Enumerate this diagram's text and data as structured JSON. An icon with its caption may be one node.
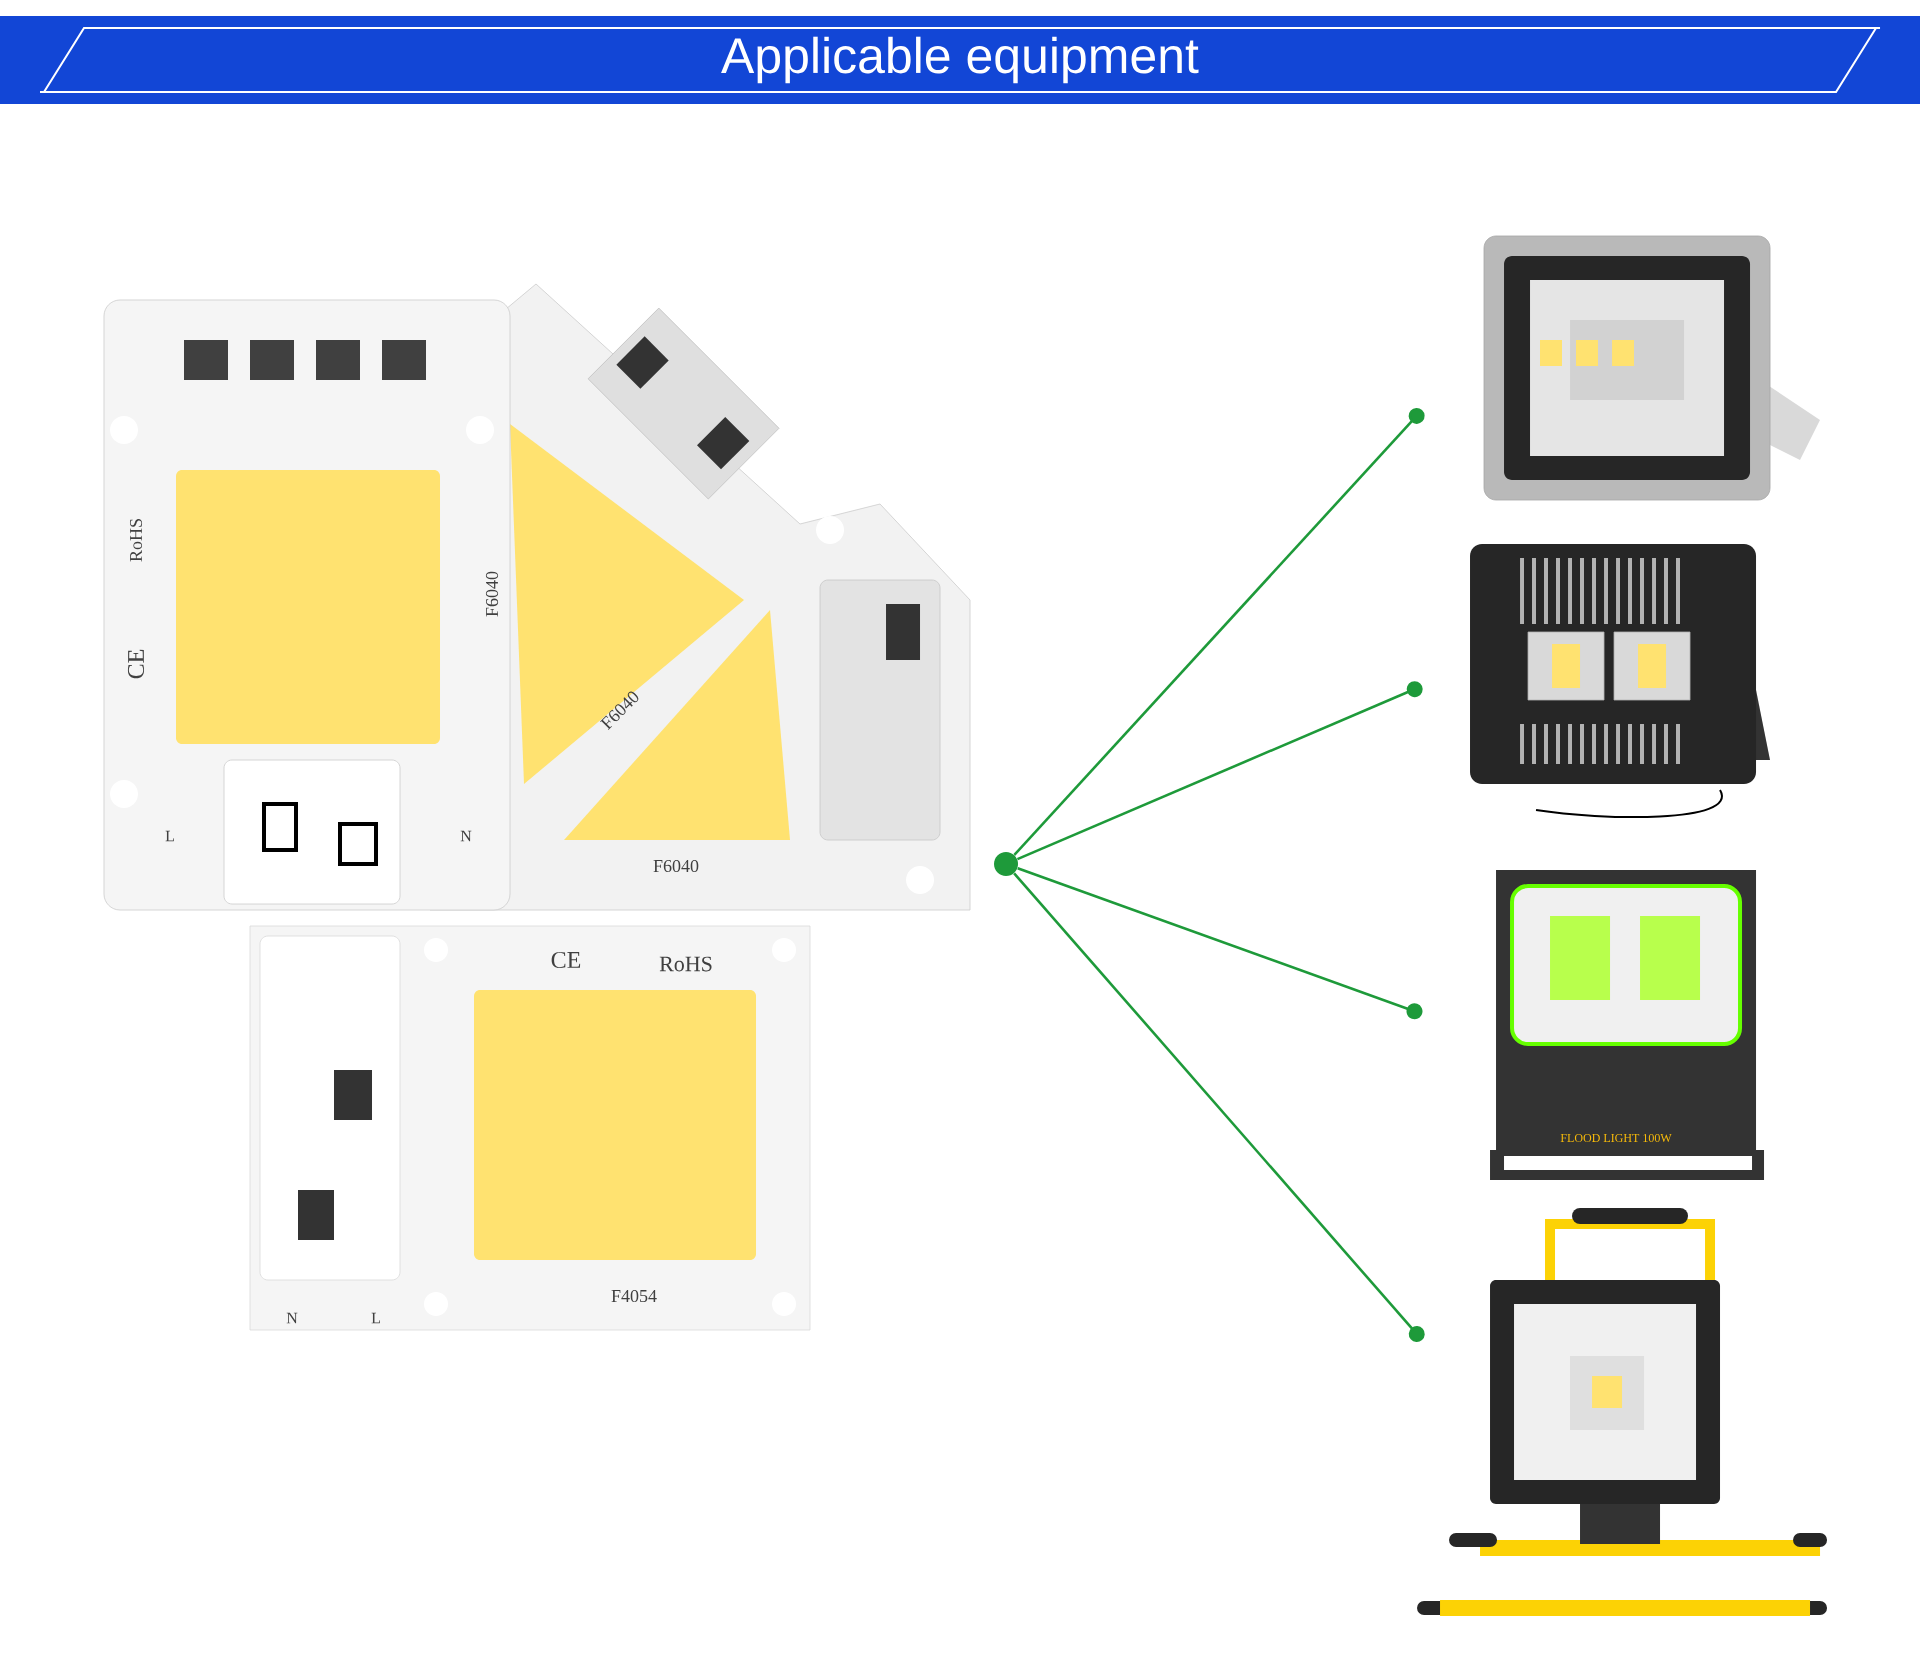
{
  "diagram": {
    "title": "Applicable equipment",
    "nodes": [
      {
        "text": [],
        "shape": "circle"
      },
      {
        "text": [],
        "shape": "picture"
      },
      {
        "text": [],
        "shape": "picture"
      },
      {
        "text": [],
        "shape": "picture"
      },
      {
        "text": [],
        "shape": "picture"
      }
    ],
    "edges": [
      {
        "from": 0,
        "to": 1,
        "arrow": "other"
      },
      {
        "from": 0,
        "to": 2,
        "arrow": "other"
      },
      {
        "from": 0,
        "to": 3,
        "arrow": "other"
      },
      {
        "from": 0,
        "to": 4,
        "arrow": "other"
      }
    ],
    "labels": [
      "RoHS",
      "CE",
      "F6040",
      "F6040",
      "L",
      "N",
      "F6040",
      "CE",
      "RoHS",
      "N",
      "L",
      "F4054",
      "FLOOD LIGHT 100W"
    ]
  }
}
